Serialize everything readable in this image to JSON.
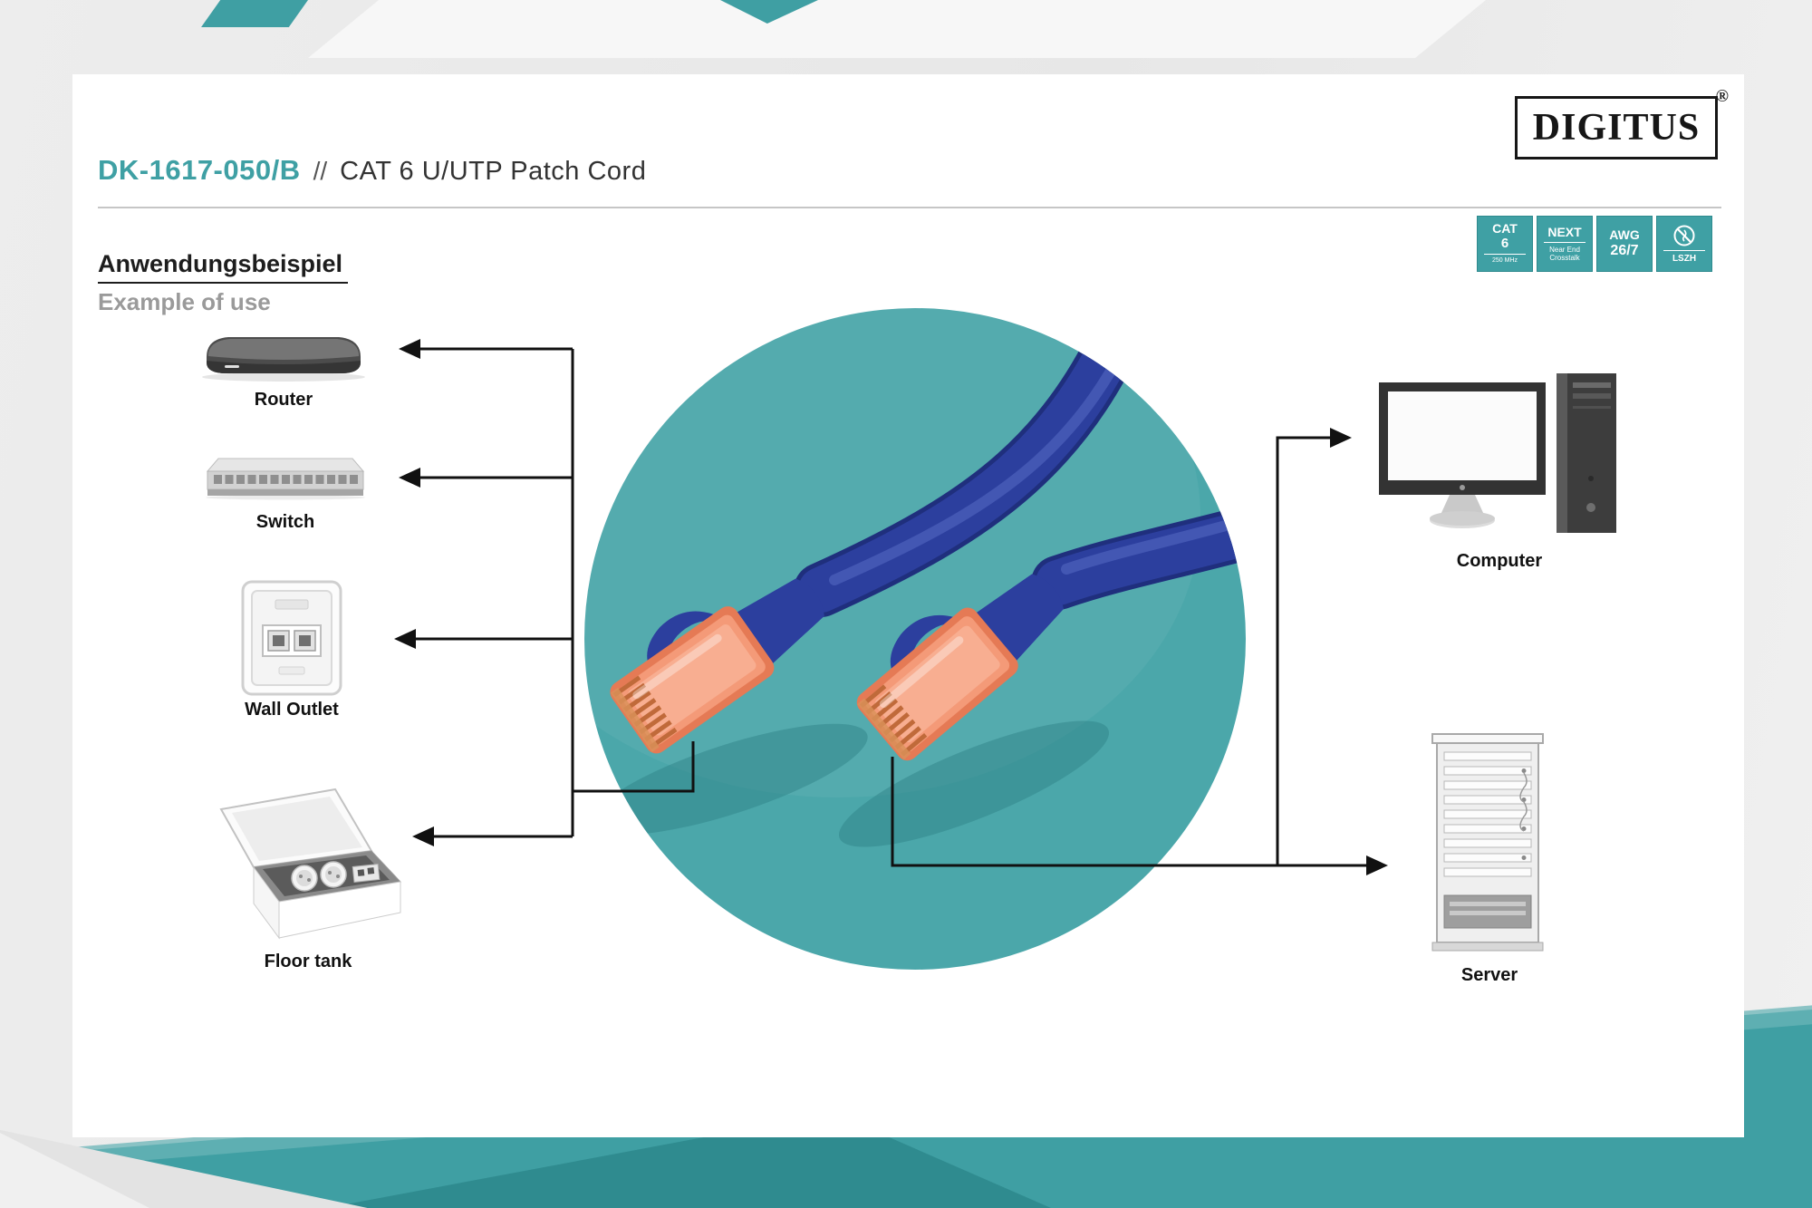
{
  "colors": {
    "accent_teal": "#3FA0A4",
    "circle_teal": "#4BA7AA",
    "cable_blue": "#2C3F9E",
    "connector_orange": "#EF8561",
    "line_black": "#111111"
  },
  "header": {
    "brand": "DIGITUS",
    "registered": "®",
    "product_code": "DK-1617-050/B",
    "separator": "//",
    "product_name": "CAT 6 U/UTP Patch Cord"
  },
  "badges": {
    "cat": {
      "line1": "CAT",
      "line2": "6",
      "line3": "250 MHz"
    },
    "next": {
      "line1": "NEXT",
      "line2": "Near End",
      "line3": "Crosstalk"
    },
    "awg": {
      "line1": "AWG",
      "line2": "26/7"
    },
    "lszh": {
      "label": "LSZH"
    }
  },
  "section": {
    "title_de": "Anwendungsbeispiel",
    "title_en": "Example of use"
  },
  "devices": {
    "router": "Router",
    "switch": "Switch",
    "wall_outlet": "Wall Outlet",
    "floor_tank": "Floor tank",
    "computer": "Computer",
    "server": "Server"
  }
}
